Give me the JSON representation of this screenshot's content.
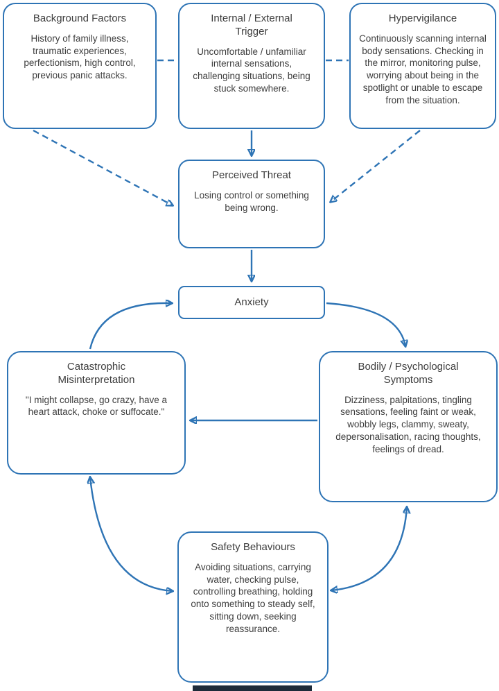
{
  "diagram": {
    "accent_color": "#2e74b5",
    "text_color": "#3d3d3d",
    "footer_bar_color": "#1d2b3a",
    "nodes": {
      "background_factors": {
        "title": "Background Factors",
        "body": "History of family illness, traumatic experiences, perfectionism, high control, previous panic attacks."
      },
      "trigger": {
        "title": "Internal / External Trigger",
        "body": "Uncomfortable / unfamiliar internal sensations, challenging situations, being stuck somewhere."
      },
      "hypervigilance": {
        "title": "Hypervigilance",
        "body": "Continuously scanning internal body sensations. Checking in the mirror, monitoring pulse, worrying about being in the spotlight or unable to escape from the situation."
      },
      "perceived_threat": {
        "title": "Perceived Threat",
        "body": "Losing control or something being wrong."
      },
      "anxiety": {
        "title": "Anxiety"
      },
      "catastrophic": {
        "title": "Catastrophic Misinterpretation",
        "body": "\"I might collapse, go crazy, have a heart attack, choke or suffocate.\""
      },
      "symptoms": {
        "title": "Bodily / Psychological Symptoms",
        "body": "Dizziness, palpitations, tingling sensations, feeling faint or weak, wobbly legs, clammy, sweaty, depersonalisation, racing thoughts, feelings of dread."
      },
      "safety": {
        "title": "Safety Behaviours",
        "body": "Avoiding situations, carrying water, checking pulse, controlling breathing, holding onto something to steady self, sitting down, seeking reassurance."
      }
    }
  }
}
